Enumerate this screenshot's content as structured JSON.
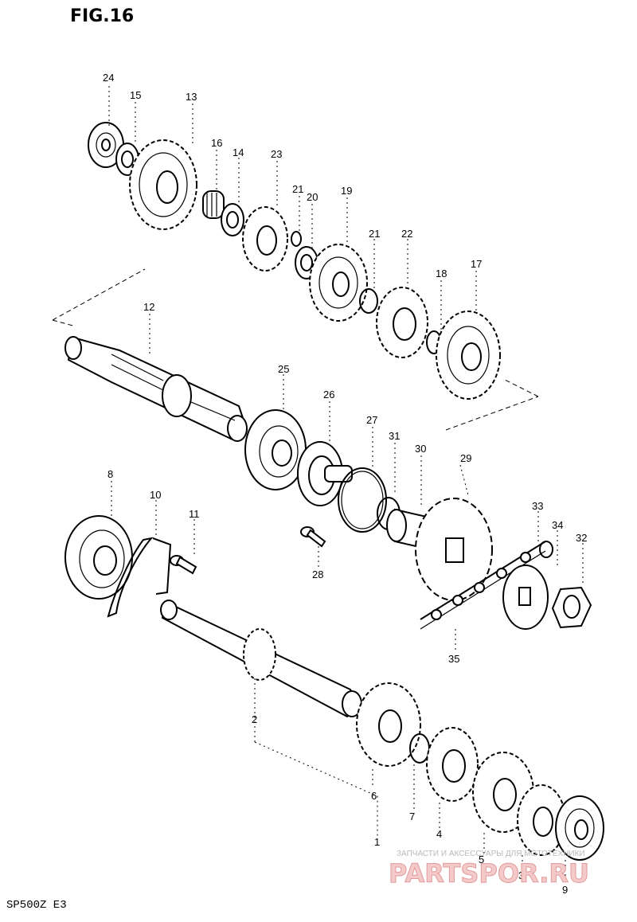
{
  "figure": {
    "title": "FIG.16",
    "footer_code": "SP500Z  E3"
  },
  "watermark": {
    "tagline": "ЗАПЧАСТИ И АКСЕССУАРЫ ДЛЯ МОТОТЕХНИКИ",
    "brand": "PARTSPOR.RU"
  },
  "callouts": [
    "24",
    "15",
    "13",
    "16",
    "14",
    "23",
    "21",
    "20",
    "19",
    "21",
    "22",
    "18",
    "17",
    "12",
    "25",
    "26",
    "27",
    "31",
    "30",
    "29",
    "8",
    "10",
    "11",
    "28",
    "33",
    "34",
    "32",
    "35",
    "2",
    "6",
    "7",
    "4",
    "1",
    "5",
    "3",
    "9"
  ]
}
